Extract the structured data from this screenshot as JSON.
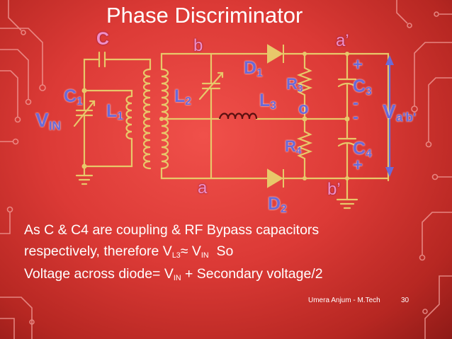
{
  "slide": {
    "title": "Phase Discriminator",
    "footer_author": "Umera Anjum - M.Tech",
    "page_number": "30"
  },
  "diagram_labels": {
    "c": "C",
    "b_top": "b",
    "a_prime": "a’",
    "d1_main": "D",
    "d1_sub": "1",
    "r3_main": "R",
    "r3_sub": "3",
    "plus_top": "+",
    "c3_main": "C",
    "c3_sub": "3",
    "c1_main": "C",
    "c1_sub": "1",
    "l2_main": "L",
    "l2_sub": "2",
    "l3_main": "L",
    "l3_sub": "3",
    "node_o": "o",
    "minus_1": "-",
    "minus_2": "-",
    "v_out_main": "V",
    "v_out_sub": "a'b'",
    "vin_main": "V",
    "vin_sub": "IN",
    "l1_main": "L",
    "l1_sub": "1",
    "r4_main": "R",
    "r4_sub": "4",
    "c4_main": "C",
    "c4_sub": "4",
    "plus_bottom": "+",
    "a_bottom": "a",
    "b_prime": "b’",
    "d2_main": "D",
    "d2_sub": "2"
  },
  "body": {
    "line1": "As C & C4 are coupling & RF Bypass capacitors",
    "line2_a": "respectively, therefore V",
    "line2_sub1": "L3",
    "line2_b": "≈ V",
    "line2_sub2": "IN",
    "line2_c": "  So",
    "line3_a": "Voltage across diode= V",
    "line3_sub": "IN",
    "line3_b": " + Secondary voltage/2"
  },
  "colors": {
    "background": "#dc3a36",
    "wire": "#e8c86a",
    "inductor_l3": "#5a1010",
    "label_pink": "#f08fc8",
    "label_blue": "#6a6ad8",
    "text": "#ffffff"
  }
}
